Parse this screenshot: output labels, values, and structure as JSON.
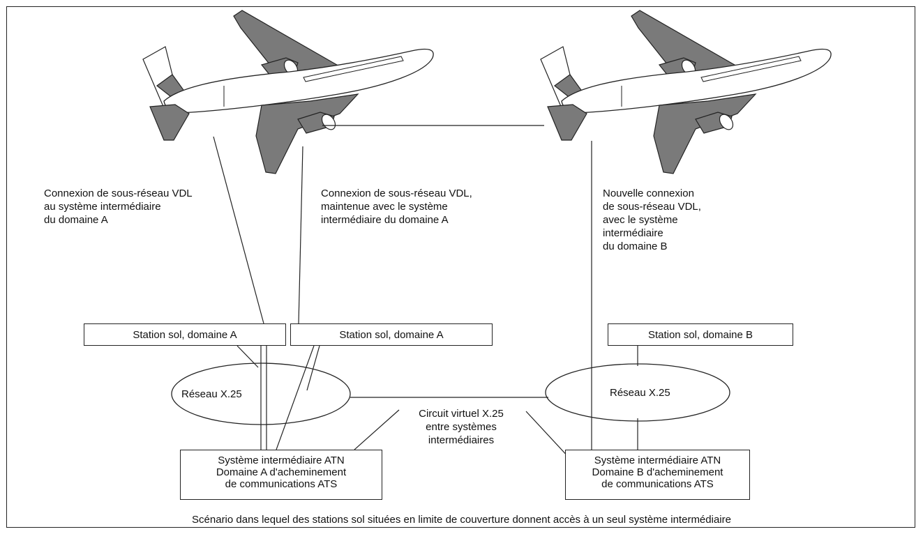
{
  "labels": {
    "conn_a1": [
      "Connexion de sous-réseau VDL",
      "au système intermédiaire",
      "du domaine A"
    ],
    "conn_a2": [
      "Connexion de sous-réseau VDL,",
      "maintenue avec le système",
      "intermédiaire du domaine A"
    ],
    "conn_b": [
      "Nouvelle connexion",
      "de sous-réseau VDL,",
      "avec le système",
      "intermédiaire",
      "du domaine B"
    ]
  },
  "stations": {
    "a1": "Station sol, domaine A",
    "a2": "Station sol, domaine A",
    "b": "Station sol, domaine B"
  },
  "networks": {
    "a": "Réseau X.25",
    "b": "Réseau X.25"
  },
  "virtual_circuit": [
    "Circuit virtuel X.25",
    "entre systèmes",
    "intermédiaires"
  ],
  "ats_systems": {
    "a": [
      "Système intermédiaire ATN",
      "Domaine A d'acheminement",
      "de communications ATS"
    ],
    "b": [
      "Système intermédiaire ATN",
      "Domaine B d'acheminement",
      "de communications ATS"
    ]
  },
  "caption": "Scénario dans lequel des stations sol situées en limite de couverture donnent accès à un seul système intermédiaire"
}
